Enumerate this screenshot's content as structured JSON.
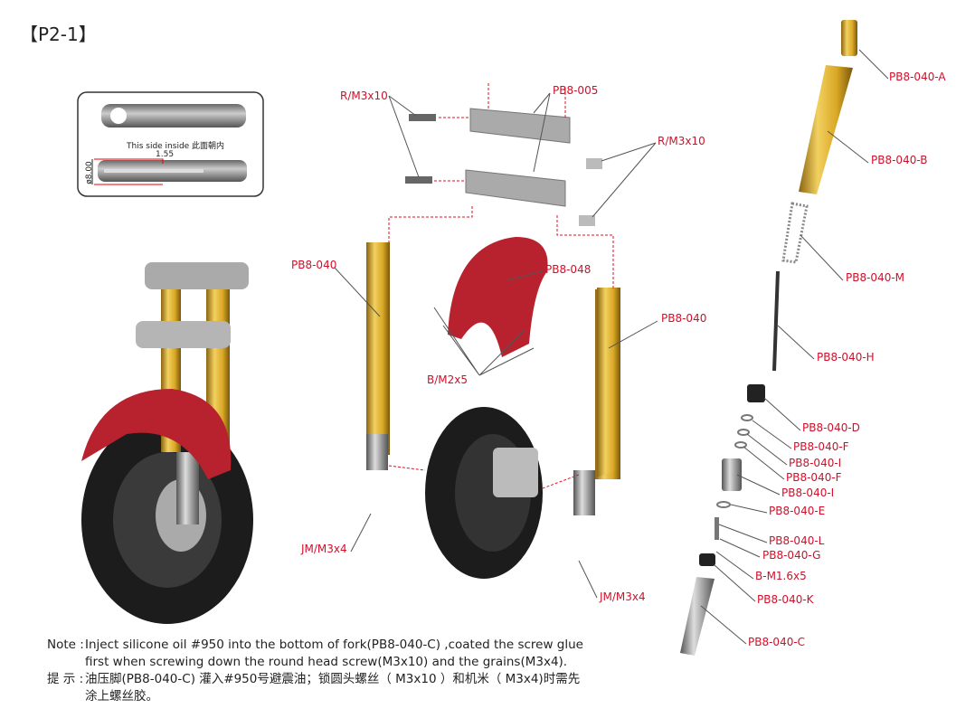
{
  "title": "【P2-1】",
  "inset": {
    "caption": "This side inside 此面朝内",
    "dimension_depth": "1.55",
    "dimension_diameter": "ø8.00"
  },
  "labels": {
    "screw_left_top": "R/M3x10",
    "triple_clamp": "PB8-005",
    "screw_right_top": "R/M3x10",
    "fork_left": "PB8-040",
    "fender": "PB8-048",
    "fork_right": "PB8-040",
    "fender_screws": "B/M2x5",
    "grain_left": "JM/M3x4",
    "grain_right": "JM/M3x4"
  },
  "parts": [
    "PB8-040-A",
    "PB8-040-B",
    "PB8-040-M",
    "PB8-040-H",
    "PB8-040-D",
    "PB8-040-F",
    "PB8-040-I",
    "PB8-040-F",
    "PB8-040-I",
    "PB8-040-E",
    "PB8-040-L",
    "PB8-040-G",
    "B-M1.6x5",
    "PB8-040-K",
    "PB8-040-C"
  ],
  "note": {
    "en_key": "Note :",
    "en_line1": "Inject silicone oil #950 into the bottom of fork(PB8-040-C) ,coated the screw glue",
    "en_line2": "first when screwing down the round head screw(M3x10) and the grains(M3x4).",
    "zh_key": "提 示 :",
    "zh_line1": "油压脚(PB8-040-C) 灌入#950号避震油；锁圆头螺丝（ M3x10 ）和机米（ M3x4)时需先",
    "zh_line2": "涂上螺丝胶。"
  },
  "colors": {
    "label": "#d0102a",
    "gold": "#d9a825",
    "fender": "#b8222e",
    "metal": "#9a9a9a"
  }
}
